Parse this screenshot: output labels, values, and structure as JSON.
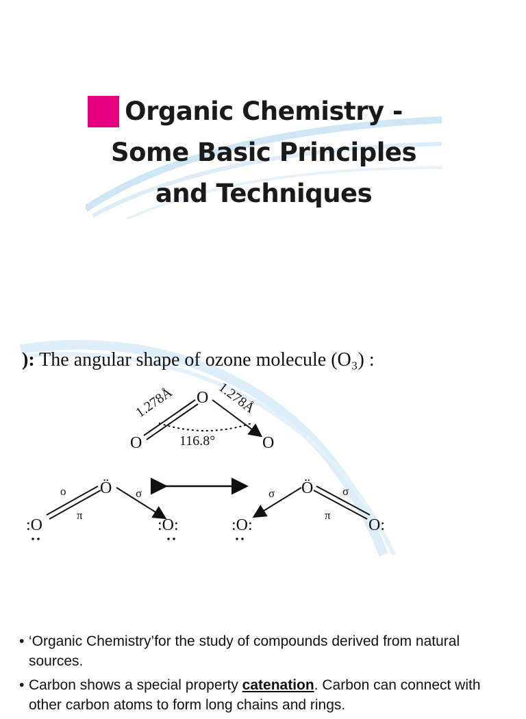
{
  "title": {
    "line1": "Organic Chemistry -",
    "line2": "Some Basic Principles",
    "line3": "and Techniques"
  },
  "figure": {
    "caption_prefix": "):",
    "caption": "The angular shape of ozone molecule (O₃) :",
    "atom_label": "O",
    "atom_label_dotted": "Ö",
    "bond_length_left": "1.278Å",
    "bond_length_right": "1.278Å",
    "bond_angle": "116.8°",
    "sigma": "σ",
    "pi": "π",
    "small_o": "o",
    "lone_pair_left": ":O",
    "lone_pair_right": ":O:",
    "lone_pair_right2": "O:"
  },
  "bullets": [
    {
      "marker": "•",
      "text": "‘Organic Chemistry’for the study of compounds derived from natural sources."
    },
    {
      "marker": "•",
      "before": "Carbon shows a special property ",
      "term": "catenation",
      "after": ". Carbon can connect with other carbon atoms to form long chains and rings."
    }
  ],
  "colors": {
    "marker": "#e6007e",
    "swoosh": "#cfe6f5"
  }
}
